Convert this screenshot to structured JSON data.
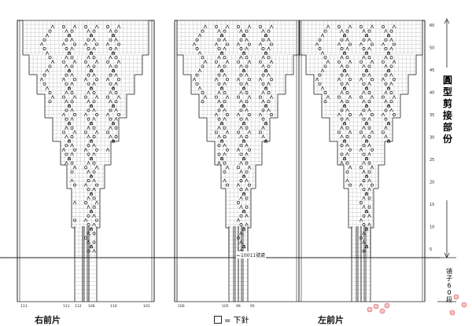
{
  "panels": {
    "right_front": {
      "label": "右前片"
    },
    "left_front": {
      "label": "左前片"
    }
  },
  "legend": {
    "text": "= 下針"
  },
  "side_note": {
    "text": "圓型剪接部份"
  },
  "bottom_note": {
    "text": "領子60段"
  },
  "row_marker": {
    "text": "←10011號處"
  },
  "row_numbers": [
    "60",
    "50",
    "45",
    "40",
    "35",
    "30",
    "25",
    "20",
    "15",
    "10",
    "5"
  ],
  "stitch_numbers": [
    "113",
    "111",
    "112",
    "106",
    "110",
    "101",
    "100",
    "105",
    "99",
    "95"
  ],
  "colors": {
    "grid": "#b9b9b9",
    "ink": "#222222",
    "accent": "#d9534f"
  },
  "icons": {
    "knit": "empty-square",
    "yarn_over": "circle-o",
    "decrease": "slash-lambda"
  }
}
